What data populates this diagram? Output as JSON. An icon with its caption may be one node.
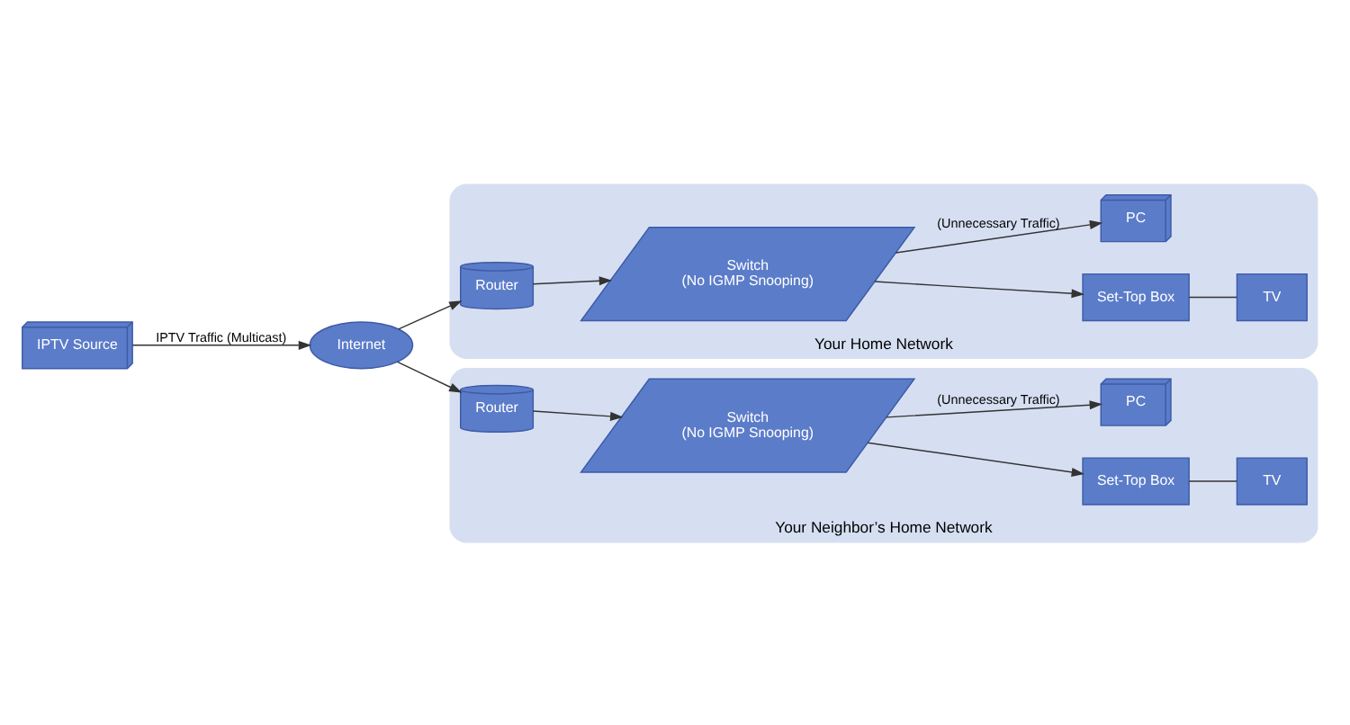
{
  "diagram": {
    "nodes": [
      {
        "text": [
          "IPTV Source"
        ]
      },
      {
        "text": [
          "Internet"
        ]
      },
      {
        "text": [
          "Your Home Network"
        ]
      },
      {
        "text": [
          "Router"
        ],
        "in": 2
      },
      {
        "text": [
          "Switch",
          "(No IGMP Snooping)"
        ],
        "in": 2
      },
      {
        "text": [
          "Set-Top Box"
        ],
        "in": 2
      },
      {
        "text": [
          "TV"
        ],
        "in": 2
      },
      {
        "text": [
          "PC"
        ],
        "in": 2
      },
      {
        "text": [
          "Your Neighbor’s Home Network"
        ]
      },
      {
        "text": [
          "Router"
        ],
        "in": 8
      },
      {
        "text": [
          "Switch",
          "(No IGMP Snooping)"
        ],
        "in": 8
      },
      {
        "text": [
          "Set-Top Box"
        ],
        "in": 8
      },
      {
        "text": [
          "TV"
        ],
        "in": 8
      },
      {
        "text": [
          "PC"
        ],
        "in": 8
      }
    ],
    "edges": [
      {
        "from": 0,
        "to": 1,
        "arrow": "to",
        "label": "IPTV Traffic (Multicast)"
      },
      {
        "from": 1,
        "to": 3,
        "arrow": "to"
      },
      {
        "from": 3,
        "to": 4,
        "arrow": "to"
      },
      {
        "from": 4,
        "to": 5,
        "arrow": "to"
      },
      {
        "from": 5,
        "to": 6,
        "arrow": "none"
      },
      {
        "from": 4,
        "to": 7,
        "arrow": "to",
        "label": "(Unnecessary Traffic)"
      },
      {
        "from": 1,
        "to": 9,
        "arrow": "to"
      },
      {
        "from": 9,
        "to": 10,
        "arrow": "to"
      },
      {
        "from": 10,
        "to": 11,
        "arrow": "to"
      },
      {
        "from": 11,
        "to": 12,
        "arrow": "none"
      },
      {
        "from": 10,
        "to": 13,
        "arrow": "to",
        "label": "(Unnecessary Traffic)"
      }
    ]
  }
}
